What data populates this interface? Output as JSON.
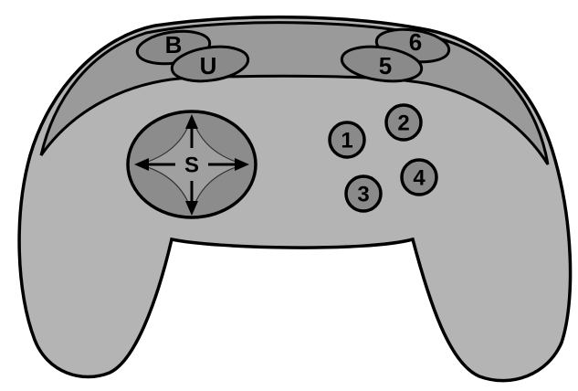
{
  "colors": {
    "body": "#b4b4b4",
    "top_plate": "#9a9a9a",
    "button": "#8a8a8a",
    "dpad_outer": "#8c8c8c",
    "dpad_inner": "#a0a0a0",
    "outline": "#000000"
  },
  "shoulder_buttons": {
    "left_back": "B",
    "left_upper": "U",
    "right_back": "6",
    "right_upper": "5"
  },
  "dpad": {
    "center_label": "S",
    "arrows": [
      "arrow-up-icon",
      "arrow-down-icon",
      "arrow-left-icon",
      "arrow-right-icon"
    ]
  },
  "face_buttons": [
    "1",
    "2",
    "3",
    "4"
  ]
}
